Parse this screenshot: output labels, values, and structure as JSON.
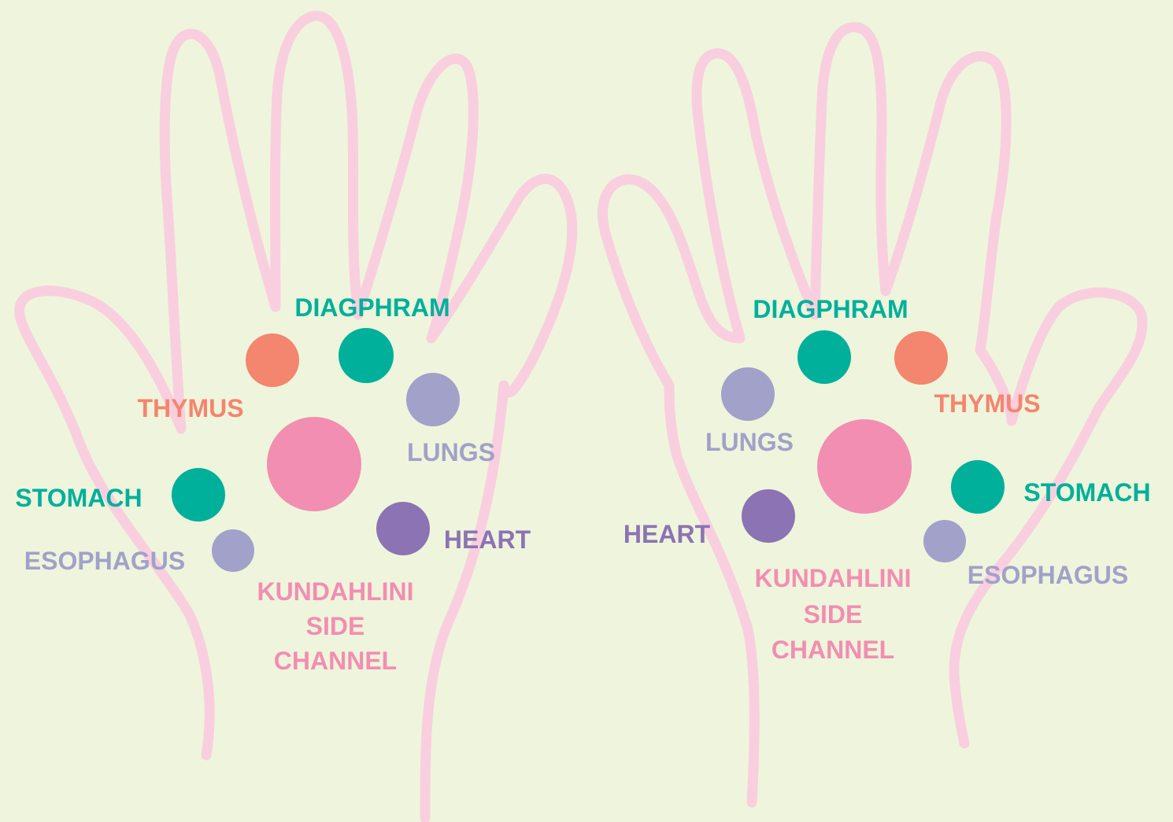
{
  "colors": {
    "background": "#eef5dc",
    "hand_outline": "#f9cfe0",
    "teal": "#00b09a",
    "coral": "#f4856e",
    "lavender": "#a1a1c9",
    "purple": "#8c73b3",
    "pink": "#f28eb1"
  },
  "left_hand": {
    "diaphragm": "DIAGPHRAM",
    "thymus": "THYMUS",
    "lungs": "LUNGS",
    "stomach": "STOMACH",
    "heart": "HEART",
    "esophagus": "ESOPHAGUS",
    "kundalini": [
      "KUNDAHLINI",
      "SIDE",
      "CHANNEL"
    ]
  },
  "right_hand": {
    "diaphragm": "DIAGPHRAM",
    "thymus": "THYMUS",
    "lungs": "LUNGS",
    "stomach": "STOMACH",
    "heart": "HEART",
    "esophagus": "ESOPHAGUS",
    "kundalini": [
      "KUNDAHLINI",
      "SIDE",
      "CHANNEL"
    ]
  }
}
